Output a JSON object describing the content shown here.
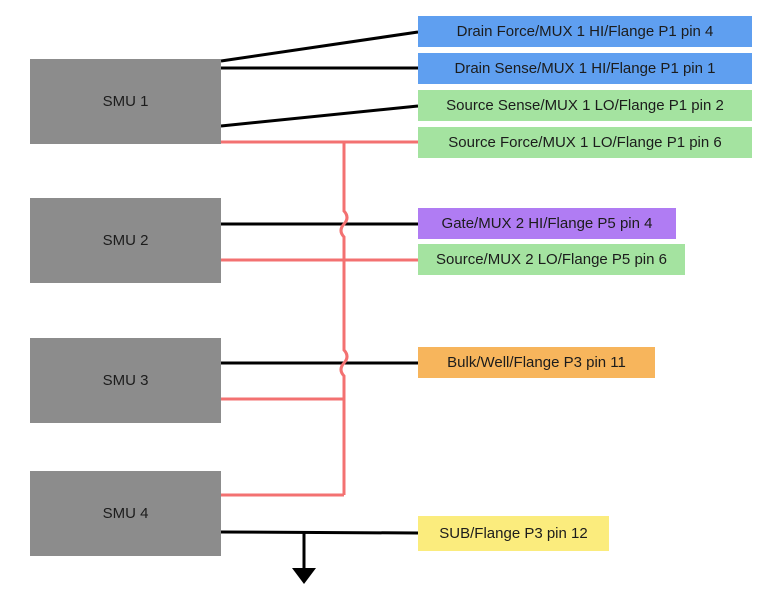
{
  "colors": {
    "box": "#8c8c8c",
    "wire_black": "#000000",
    "wire_red": "#f37171",
    "blue": "#5f9ff0",
    "green": "#a4e3a0",
    "purple": "#b07cf3",
    "orange": "#f7b55c",
    "yellow": "#fbec7d"
  },
  "smus": [
    {
      "label": "SMU 1"
    },
    {
      "label": "SMU 2"
    },
    {
      "label": "SMU 3"
    },
    {
      "label": "SMU 4"
    }
  ],
  "labels": [
    {
      "text": "Drain Force/MUX 1 HI/Flange P1 pin 4",
      "color": "blue"
    },
    {
      "text": "Drain Sense/MUX 1 HI/Flange P1 pin 1",
      "color": "blue"
    },
    {
      "text": "Source Sense/MUX 1 LO/Flange P1 pin 2",
      "color": "green"
    },
    {
      "text": "Source Force/MUX 1 LO/Flange P1 pin 6",
      "color": "green"
    },
    {
      "text": "Gate/MUX 2 HI/Flange P5 pin 4",
      "color": "purple"
    },
    {
      "text": "Source/MUX 2 LO/Flange P5 pin 6",
      "color": "green"
    },
    {
      "text": "Bulk/Well/Flange P3 pin 11",
      "color": "orange"
    },
    {
      "text": "SUB/Flange P3 pin 12",
      "color": "yellow"
    }
  ]
}
